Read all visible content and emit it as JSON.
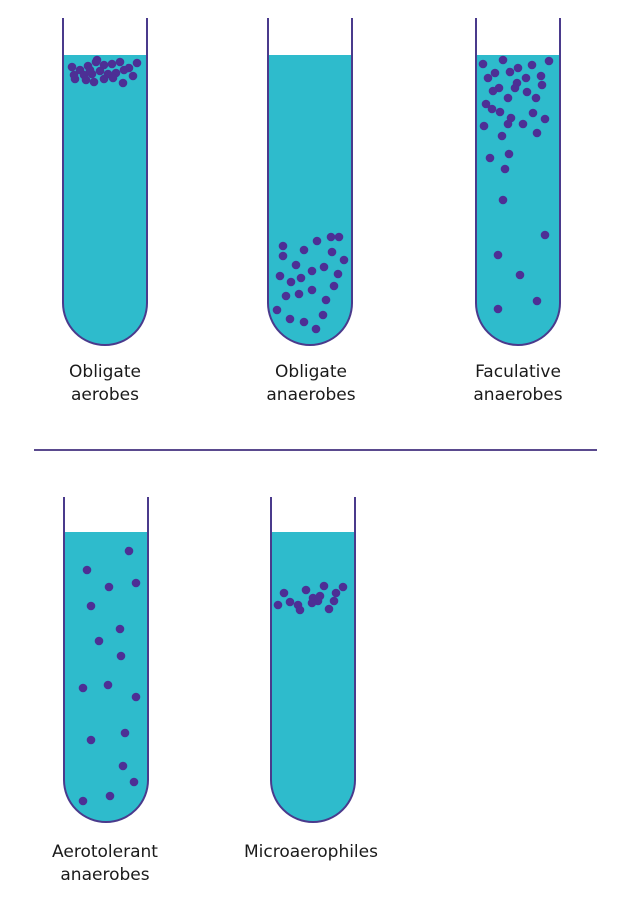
{
  "colors": {
    "medium": "#2ebbcc",
    "glass": "#4a3a8c",
    "bacteria": "#4d2f95",
    "divider": "#5a4a8e",
    "background": "#ffffff"
  },
  "tubes": [
    {
      "id": "obligate-aerobes",
      "label_lines": [
        "Obligate",
        "aerobes"
      ],
      "distribution": "clustered at the surface"
    },
    {
      "id": "obligate-anaerobes",
      "label_lines": [
        "Obligate",
        "anaerobes"
      ],
      "distribution": "clustered at the bottom"
    },
    {
      "id": "facultative-anaerobes",
      "label_lines": [
        "Faculative",
        "anaerobes"
      ],
      "distribution": "dense at top, sparse below"
    },
    {
      "id": "aerotolerant-anaerobes",
      "label_lines": [
        "Aerotolerant",
        "anaerobes"
      ],
      "distribution": "evenly throughout"
    },
    {
      "id": "microaerophiles",
      "label_lines": [
        "Microaerophiles"
      ],
      "distribution": "narrow band just below the surface"
    }
  ]
}
